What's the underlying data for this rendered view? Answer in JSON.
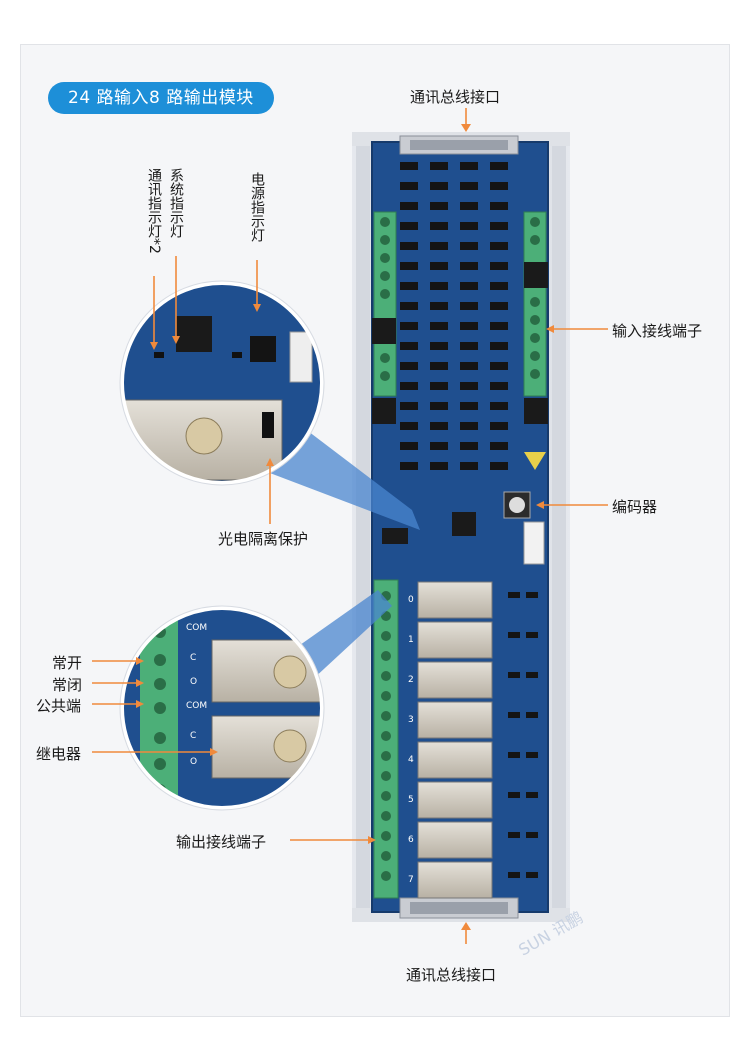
{
  "title": "24 路输入8 路输出模块",
  "labels": {
    "bus_top": "通讯总线接口",
    "bus_bottom": "通讯总线接口",
    "sys_led": "系统指示灯",
    "comm_led": "通讯指示灯*2",
    "power_led": "电源指示灯",
    "input_terminal": "输入接线端子",
    "encoder": "编码器",
    "opto": "光电隔离保护",
    "no": "常开",
    "nc": "常闭",
    "com": "公共端",
    "relay": "继电器",
    "output_terminal": "输出接线端子"
  },
  "board": {
    "zoom_terminal_labels": [
      "COM",
      "C",
      "O",
      "COM",
      "C",
      "O"
    ],
    "channel_numbers": [
      "0",
      "1",
      "2",
      "3",
      "4",
      "5",
      "6",
      "7"
    ],
    "watermark": "SUN 讯鹏"
  },
  "colors": {
    "accent": "#1d8fd8",
    "arrow": "#f08a3c",
    "pcb": "#1f4f8f",
    "terminal": "#4caf78",
    "rail": "#c9ced6"
  }
}
